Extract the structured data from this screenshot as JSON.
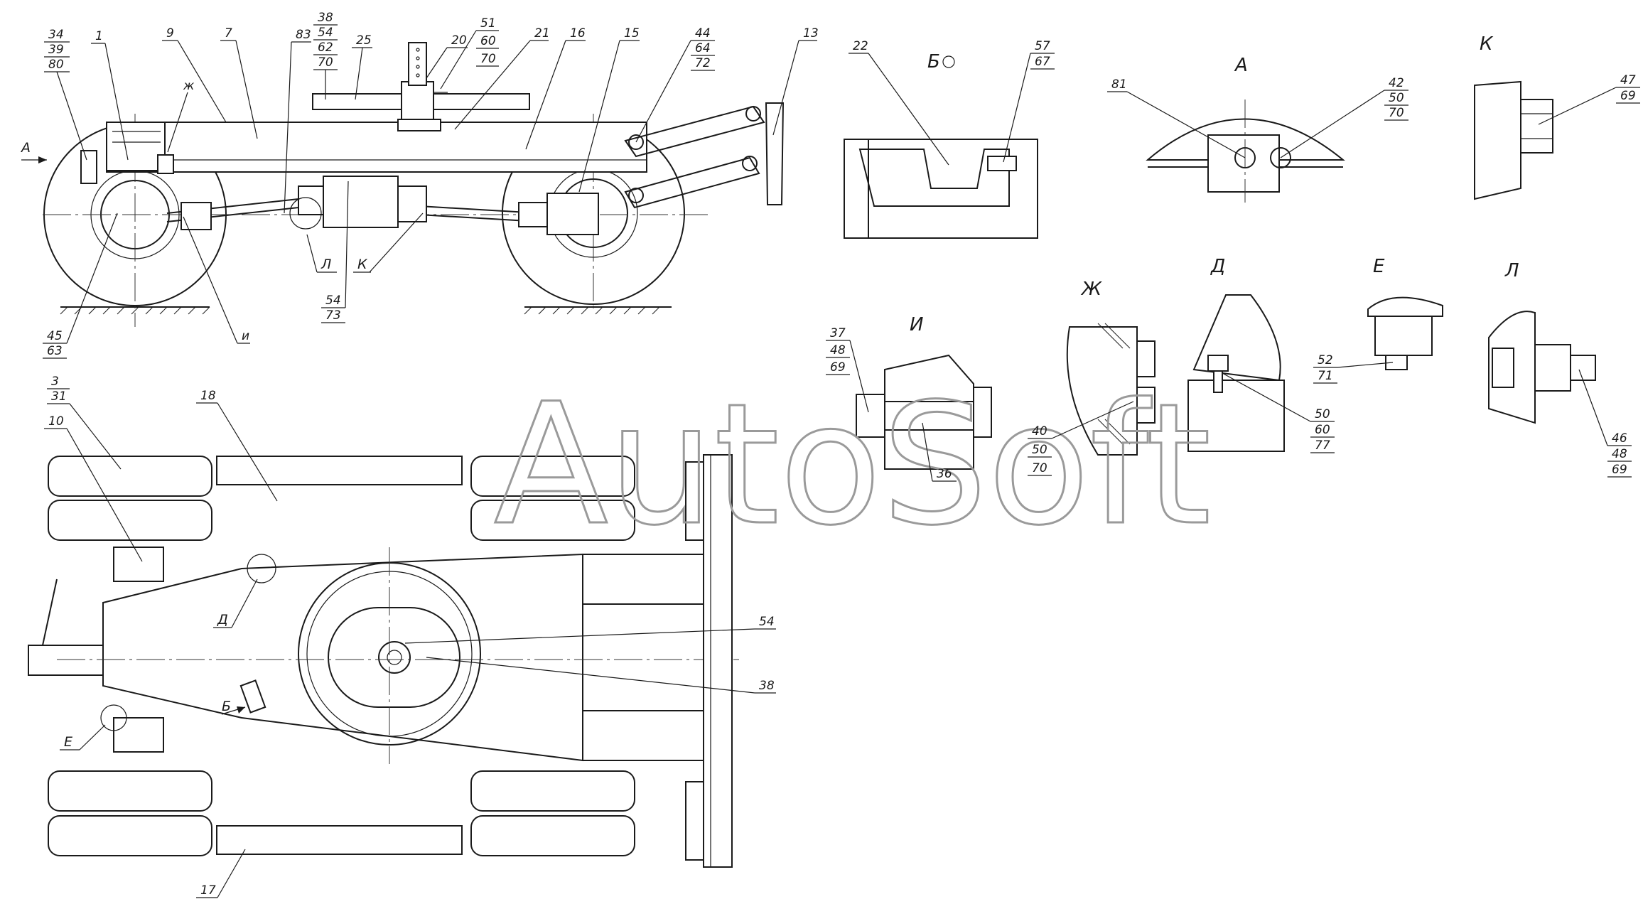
{
  "watermark": "AutoSoft",
  "view_labels": {
    "A": "А",
    "B": "Б",
    "K": "К",
    "I": "И",
    "Zh": "Ж",
    "D": "Д",
    "E": "Е",
    "L": "Л"
  },
  "callouts": {
    "c_34_39_80": [
      "34",
      "39",
      "80"
    ],
    "c_1": "1",
    "c_9": "9",
    "c_7": "7",
    "c_83": "83",
    "c_38_54_62_70": [
      "38",
      "54",
      "62",
      "70"
    ],
    "c_25": "25",
    "c_20": "20",
    "c_51_60_70": [
      "51",
      "60",
      "70"
    ],
    "c_21": "21",
    "c_16": "16",
    "c_15": "15",
    "c_44_64_72": [
      "44",
      "64",
      "72"
    ],
    "c_13": "13",
    "c_zh": "ж",
    "c_A_arrow": "А",
    "c_45_63": [
      "45",
      "63"
    ],
    "c_i": "и",
    "c_L": "Л",
    "c_K": "К",
    "c_54_73": [
      "54",
      "73"
    ],
    "c_22": "22",
    "c_57_67": [
      "57",
      "67"
    ],
    "c_81": "81",
    "c_42_50_70": [
      "42",
      "50",
      "70"
    ],
    "c_47_69": [
      "47",
      "69"
    ],
    "c_37_48_69": [
      "37",
      "48",
      "69"
    ],
    "c_36": "36",
    "c_40_50_70": [
      "40",
      "50",
      "70"
    ],
    "c_50_60_77": [
      "50",
      "60",
      "77"
    ],
    "c_52_71": [
      "52",
      "71"
    ],
    "c_46_48_69": [
      "46",
      "48",
      "69"
    ],
    "c_3_31": [
      "3",
      "31"
    ],
    "c_10": "10",
    "c_18": "18",
    "c_D": "Д",
    "c_B": "Б",
    "c_E": "Е",
    "c_54b": "54",
    "c_38b": "38",
    "c_17": "17"
  }
}
